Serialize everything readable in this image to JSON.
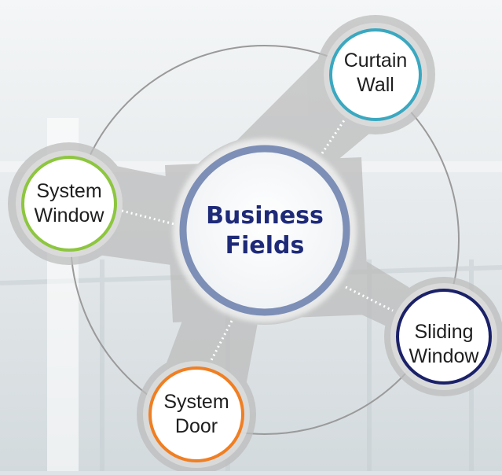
{
  "center": {
    "line1": "Business",
    "line2": "Fields"
  },
  "nodes": [
    {
      "id": "curtain-wall",
      "line1": "Curtain",
      "line2": "Wall",
      "ring_color": "#3aa8c0"
    },
    {
      "id": "system-window",
      "line1": "System",
      "line2": "Window",
      "ring_color": "#8dc63f"
    },
    {
      "id": "sliding-window",
      "line1": "Sliding",
      "line2": "Window",
      "ring_color": "#1b2168"
    },
    {
      "id": "system-door",
      "line1": "System",
      "line2": "Door",
      "ring_color": "#f07f23"
    }
  ],
  "colors": {
    "center_ring": "#7d8fb6",
    "center_text": "#1e2a78"
  }
}
